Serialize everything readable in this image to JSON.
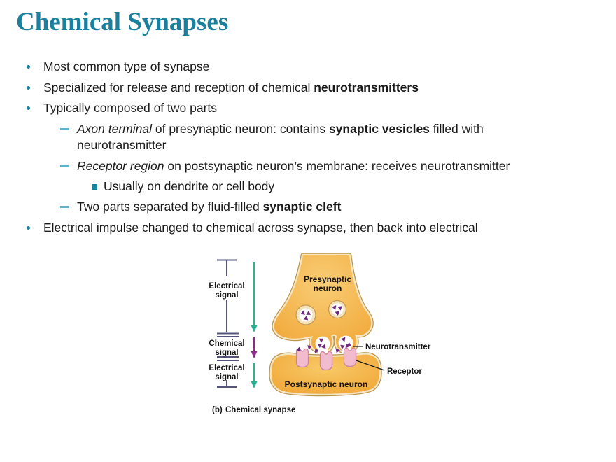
{
  "slide": {
    "title": "Chemical Synapses",
    "bullets": [
      {
        "level": 1,
        "segments": [
          {
            "t": "Most common type of synapse",
            "s": "p"
          }
        ]
      },
      {
        "level": 1,
        "segments": [
          {
            "t": "Specialized for release and reception of chemical ",
            "s": "p"
          },
          {
            "t": "neurotransmitters",
            "s": "b"
          }
        ]
      },
      {
        "level": 1,
        "segments": [
          {
            "t": "Typically composed of two parts",
            "s": "p"
          }
        ]
      },
      {
        "level": 2,
        "segments": [
          {
            "t": "Axon terminal",
            "s": "i"
          },
          {
            "t": " of presynaptic neuron: contains ",
            "s": "p"
          },
          {
            "t": "synaptic vesicles",
            "s": "b"
          },
          {
            "t": " filled with neurotransmitter",
            "s": "p"
          }
        ]
      },
      {
        "level": 2,
        "segments": [
          {
            "t": "Receptor region",
            "s": "i"
          },
          {
            "t": " on postsynaptic neuron’s membrane: receives neurotransmitter",
            "s": "p"
          }
        ]
      },
      {
        "level": 3,
        "segments": [
          {
            "t": "Usually on dendrite or cell body",
            "s": "p"
          }
        ]
      },
      {
        "level": 2,
        "segments": [
          {
            "t": "Two parts separated by fluid-filled ",
            "s": "p"
          },
          {
            "t": "synaptic cleft",
            "s": "b"
          }
        ]
      },
      {
        "level": 1,
        "segments": [
          {
            "t": "Electrical impulse changed to chemical across synapse, then back into electrical",
            "s": "p"
          }
        ]
      }
    ]
  },
  "figure": {
    "signal_flow": [
      {
        "line1": "Electrical",
        "line2": "signal"
      },
      {
        "line1": "Chemical",
        "line2": "signal"
      },
      {
        "line1": "Electrical",
        "line2": "signal"
      }
    ],
    "presynaptic_label": {
      "line1": "Presynaptic",
      "line2": "neuron"
    },
    "postsynaptic_label": "Postsynaptic neuron",
    "neurotransmitter_label": "Neurotransmitter",
    "receptor_label": "Receptor",
    "caption": {
      "prefix": "(b)",
      "text": "Chemical synapse"
    }
  },
  "colors": {
    "title_teal": "#1b7f9e",
    "bullet_teal": "#1e80a0",
    "dash_teal": "#60b1c9",
    "neuron_orange": "#f2a93c",
    "membrane_cream": "#f3e6c4",
    "membrane_tan": "#bf954d",
    "receptor_pink": "#f2bcce",
    "neurotransmitter_purple": "#6e2a7d",
    "electrical_arrow_green": "#2fae92",
    "chemical_arrow_purple": "#8a2b8a",
    "signal_bracket": "#55557c"
  }
}
